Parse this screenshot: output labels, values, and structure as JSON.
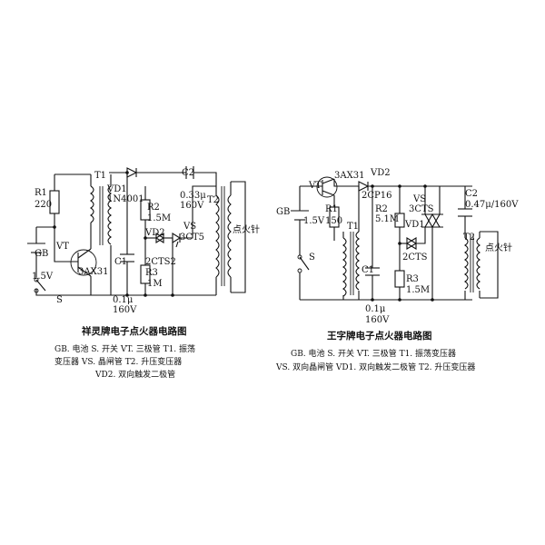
{
  "left_circuit": {
    "labels": {
      "r1": "R1",
      "r1_val": "220",
      "t1": "T1",
      "vd1": "VD1",
      "vd1_part": "1N4001",
      "c2": "C2",
      "c2_val": "0.33μ",
      "c2_volt": "160V",
      "t2": "T2",
      "r2": "R2",
      "r2_val": "1.5M",
      "vd2": "VD2",
      "vs": "VS",
      "vs_part": "3CT5",
      "gb": "GB",
      "gb_val": "1.5V",
      "vt": "VT",
      "vt_part": "3AX31",
      "c1": "C1",
      "c1_val": "0.1μ",
      "c1_volt": "160V",
      "vd2_part": "2CTS2",
      "r3": "R3",
      "r3_val": "1M",
      "s": "S",
      "ignition": "点火针"
    },
    "title": "祥灵牌电子点火器电路图",
    "legend": [
      "GB. 电池    S. 开关    VT. 三极管    T1. 振荡",
      "变压器    VS. 晶闸管    T2. 升压变压器",
      "VD2. 双向触发二极管"
    ]
  },
  "right_circuit": {
    "labels": {
      "vt_part": "3AX31",
      "vd2": "VD2",
      "vt": "VT",
      "vd2_part": "2CP16",
      "gb": "GB",
      "gb_val": "1.5V",
      "r1": "R1",
      "r1_val": "150",
      "r2": "R2",
      "r2_val": "5.1M",
      "vs": "VS",
      "vs_part": "3CTS",
      "c2": "C2",
      "c2_val": "0.47μ/160V",
      "t1": "T1",
      "vd1": "VD1",
      "t2": "T2",
      "ignition": "点火针",
      "s": "S",
      "c1": "C1",
      "vd1_part": "2CTS",
      "r3": "R3",
      "r3_val": "1.5M",
      "c1_val": "0.1μ",
      "c1_volt": "160V"
    },
    "title": "王字牌电子点火器电路图",
    "legend": [
      "GB. 电池    S. 开关    VT. 三极管    T1. 振荡变压器",
      "VS. 双向晶闸管    VD1. 双向触发二极管    T2. 升压变压器"
    ]
  }
}
